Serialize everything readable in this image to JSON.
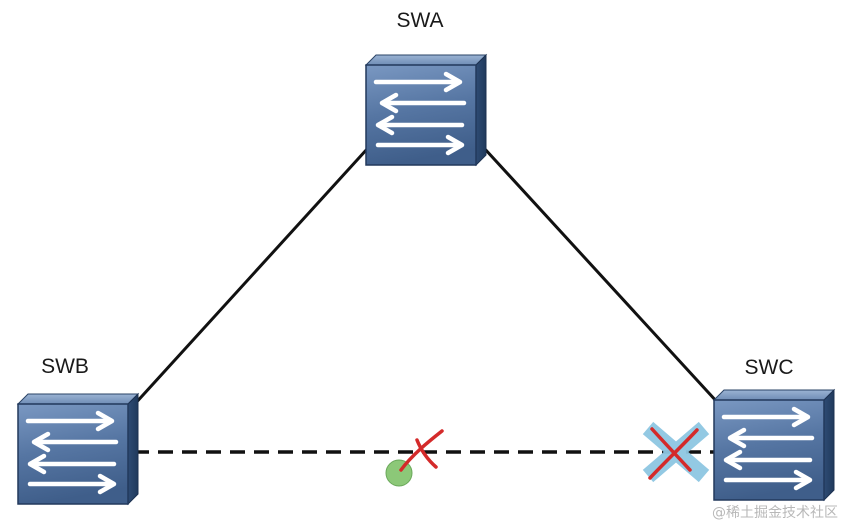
{
  "nodes": {
    "swa": {
      "label": "SWA"
    },
    "swb": {
      "label": "SWB"
    },
    "swc": {
      "label": "SWC"
    }
  },
  "links": [
    {
      "from": "SWA",
      "to": "SWB",
      "style": "solid"
    },
    {
      "from": "SWA",
      "to": "SWC",
      "style": "solid"
    },
    {
      "from": "SWB",
      "to": "SWC",
      "style": "dashed",
      "state": "blocked"
    }
  ],
  "markers": {
    "port_ok": {
      "color": "#8cc878",
      "icon": "green-dot-icon"
    },
    "port_blocked": {
      "color": "#d42a2a",
      "icon": "red-x-icon"
    },
    "port_blocked_backdrop": {
      "color": "#8ec7e2",
      "icon": "blue-x-icon"
    }
  },
  "colors": {
    "switch_face": "#5b7aa6",
    "switch_edge": "#1f3557",
    "line": "#111111"
  },
  "watermark": "@稀土掘金技术社区"
}
